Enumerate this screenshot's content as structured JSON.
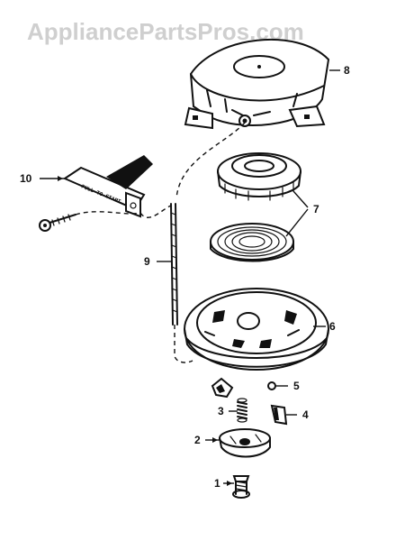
{
  "watermark": "AppliancePartsPros.com",
  "callouts": {
    "p1": "1",
    "p2": "2",
    "p3": "3",
    "p4": "4",
    "p5": "5",
    "p6": "6",
    "p7": "7",
    "p8": "8",
    "p9": "9",
    "p10": "10"
  },
  "handle_text": "PULL TO START"
}
